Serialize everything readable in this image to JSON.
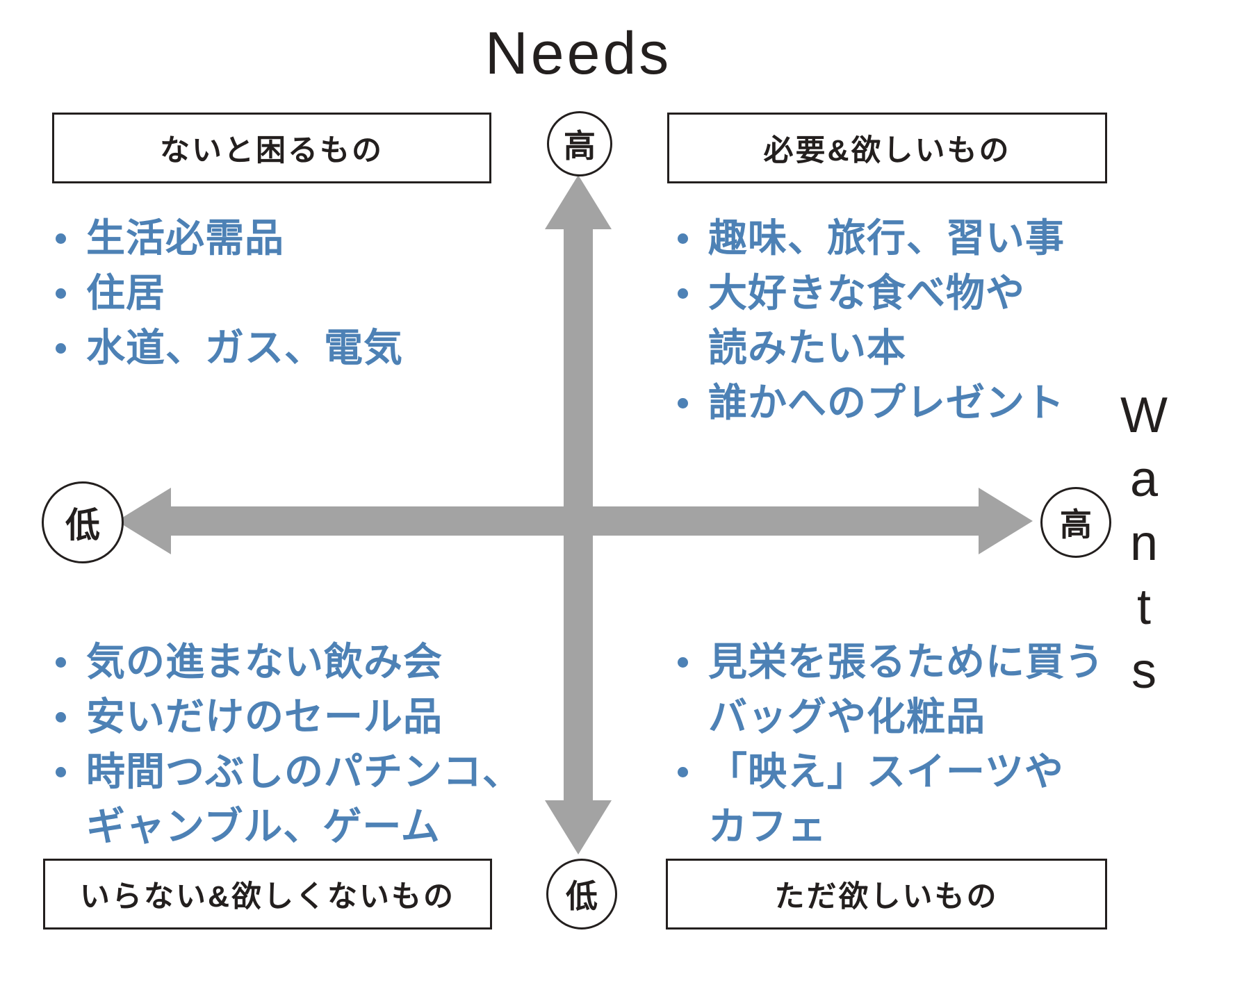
{
  "titles": {
    "vertical_axis": "Needs",
    "horizontal_axis": "Wants"
  },
  "axis_markers": {
    "needs_high": "高",
    "needs_low": "低",
    "wants_low": "低",
    "wants_high": "高"
  },
  "colors": {
    "accent_blue": "#4d81b5",
    "arrow_gray": "#a3a3a3",
    "ink": "#231f1e"
  },
  "quadrant_boxes": {
    "top_left": "ないと困るもの",
    "top_right": "必要&欲しいもの",
    "bottom_left": "いらない&欲しくないもの",
    "bottom_right": "ただ欲しいもの"
  },
  "quadrants": {
    "top_left": {
      "items": [
        [
          "生活必需品"
        ],
        [
          "住居"
        ],
        [
          "水道、ガス、電気"
        ]
      ]
    },
    "top_right": {
      "items": [
        [
          "趣味、旅行、習い事"
        ],
        [
          "大好きな食べ物や",
          "読みたい本"
        ],
        [
          "誰かへのプレゼント"
        ]
      ]
    },
    "bottom_left": {
      "items": [
        [
          "気の進まない飲み会"
        ],
        [
          "安いだけのセール品"
        ],
        [
          "時間つぶしのパチンコ、",
          "ギャンブル、ゲーム"
        ]
      ]
    },
    "bottom_right": {
      "items": [
        [
          "見栄を張るために買う",
          "バッグや化粧品"
        ],
        [
          "「映え」スイーツや",
          "カフェ"
        ]
      ]
    }
  }
}
